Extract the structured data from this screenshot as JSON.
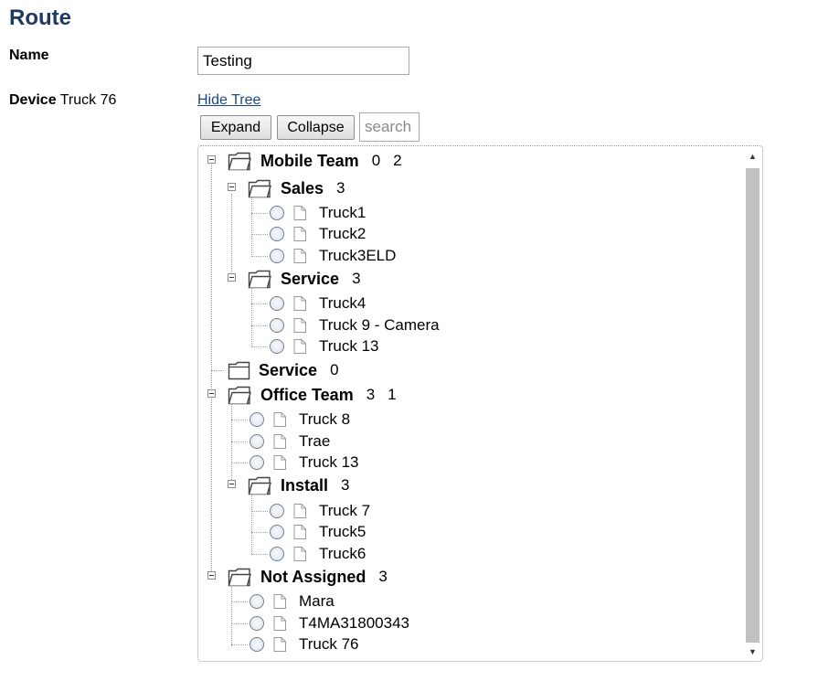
{
  "page": {
    "title": "Route",
    "name_label": "Name",
    "name_value": "Testing",
    "device_label": "Device",
    "device_value": "Truck 76",
    "hide_tree": "Hide Tree"
  },
  "toolbar": {
    "expand_label": "Expand",
    "collapse_label": "Collapse",
    "search_placeholder": "search"
  },
  "tree": {
    "mobile_team": {
      "label": "Mobile Team",
      "count1": "0",
      "count2": "2"
    },
    "sales": {
      "label": "Sales",
      "count": "3",
      "devices": [
        "Truck1",
        "Truck2",
        "Truck3ELD"
      ]
    },
    "service_sub": {
      "label": "Service",
      "count": "3",
      "devices": [
        "Truck4",
        "Truck 9 - Camera",
        "Truck 13"
      ]
    },
    "service": {
      "label": "Service",
      "count": "0"
    },
    "office_team": {
      "label": "Office Team",
      "count1": "3",
      "count2": "1",
      "devices": [
        "Truck 8",
        "Trae",
        "Truck 13"
      ]
    },
    "install": {
      "label": "Install",
      "count": "3",
      "devices": [
        "Truck 7",
        "Truck5",
        "Truck6"
      ]
    },
    "not_assigned": {
      "label": "Not Assigned",
      "count": "3",
      "devices": [
        "Mara",
        "T4MA31800343",
        "Truck 76"
      ]
    }
  }
}
